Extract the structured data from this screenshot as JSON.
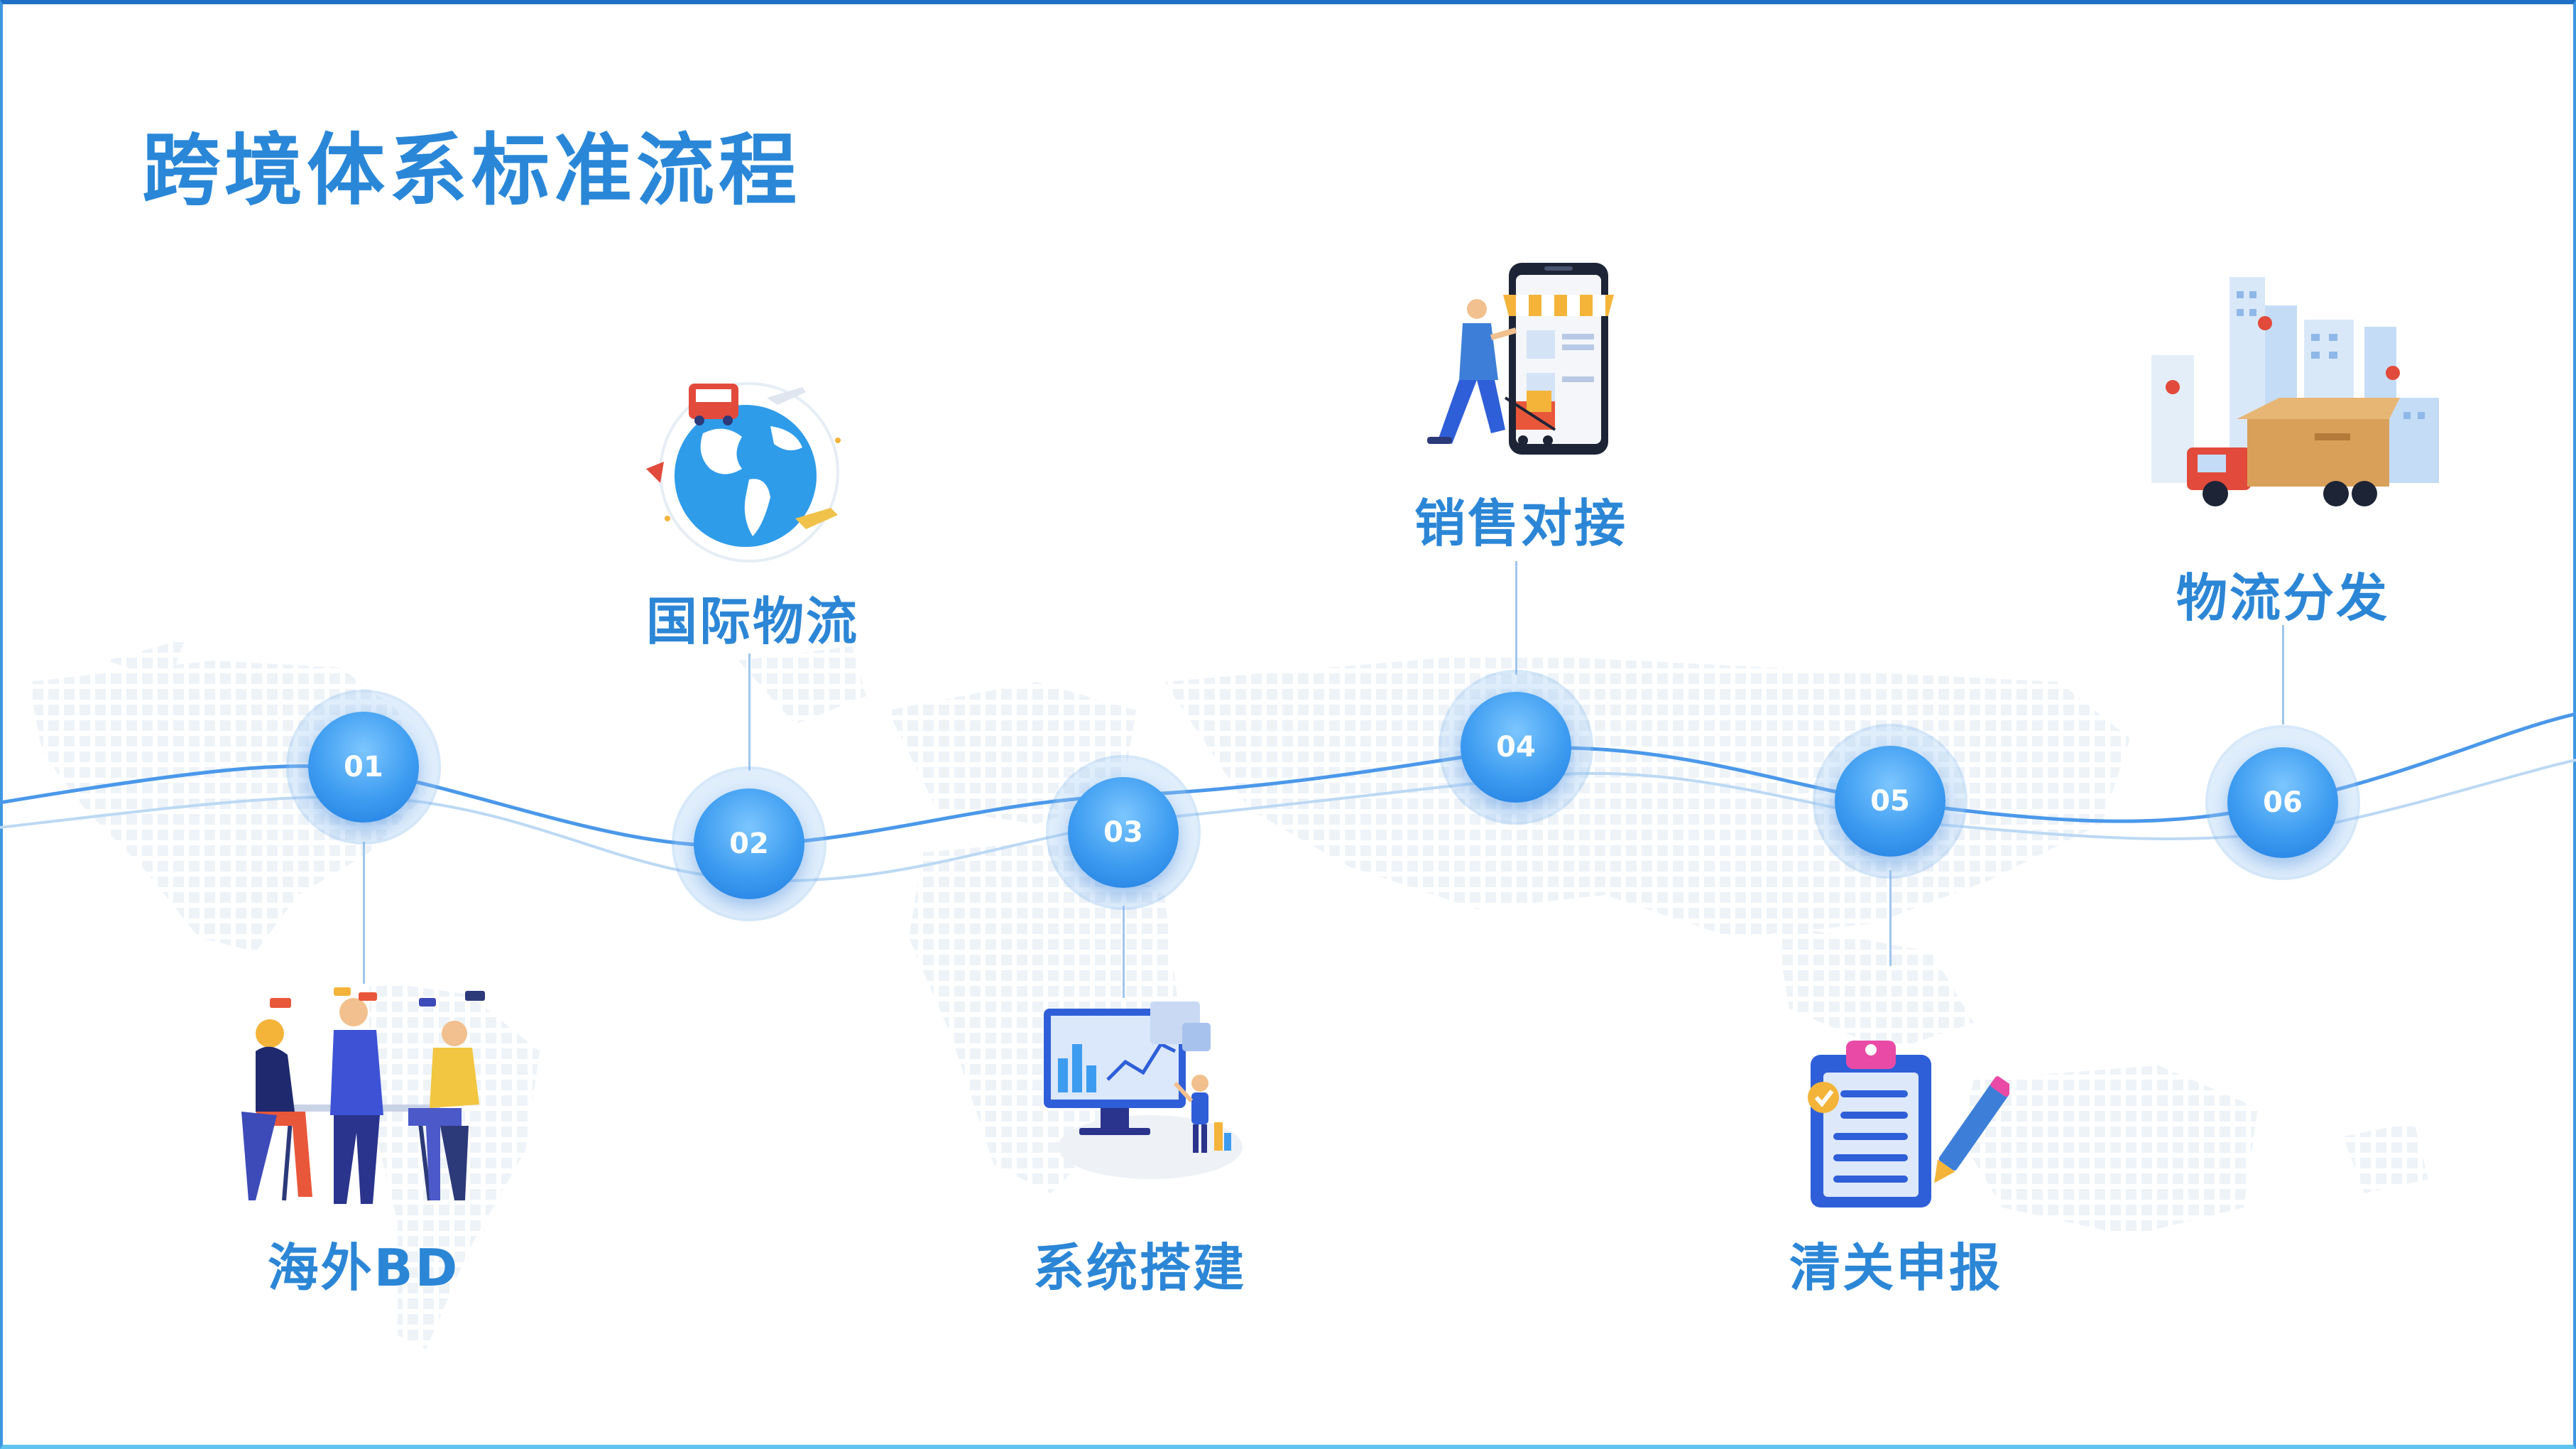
{
  "slide": {
    "title": "跨境体系标准流程"
  },
  "colors": {
    "title": "#2a87d8",
    "label": "#2c86d6",
    "node_core": "#3d9cf0",
    "wave": "#5aa8ee",
    "frame_top": "#1f6fc6",
    "frame_bottom": "#5fc3ee"
  },
  "steps": [
    {
      "number": "01",
      "label": "海外BD",
      "illustration": "team-meeting-illustration"
    },
    {
      "number": "02",
      "label": "国际物流",
      "illustration": "globe-transport-illustration"
    },
    {
      "number": "03",
      "label": "系统搭建",
      "illustration": "dashboard-analytics-illustration"
    },
    {
      "number": "04",
      "label": "销售对接",
      "illustration": "mobile-shop-illustration"
    },
    {
      "number": "05",
      "label": "清关申报",
      "illustration": "clipboard-checklist-illustration"
    },
    {
      "number": "06",
      "label": "物流分发",
      "illustration": "city-delivery-truck-illustration"
    }
  ]
}
